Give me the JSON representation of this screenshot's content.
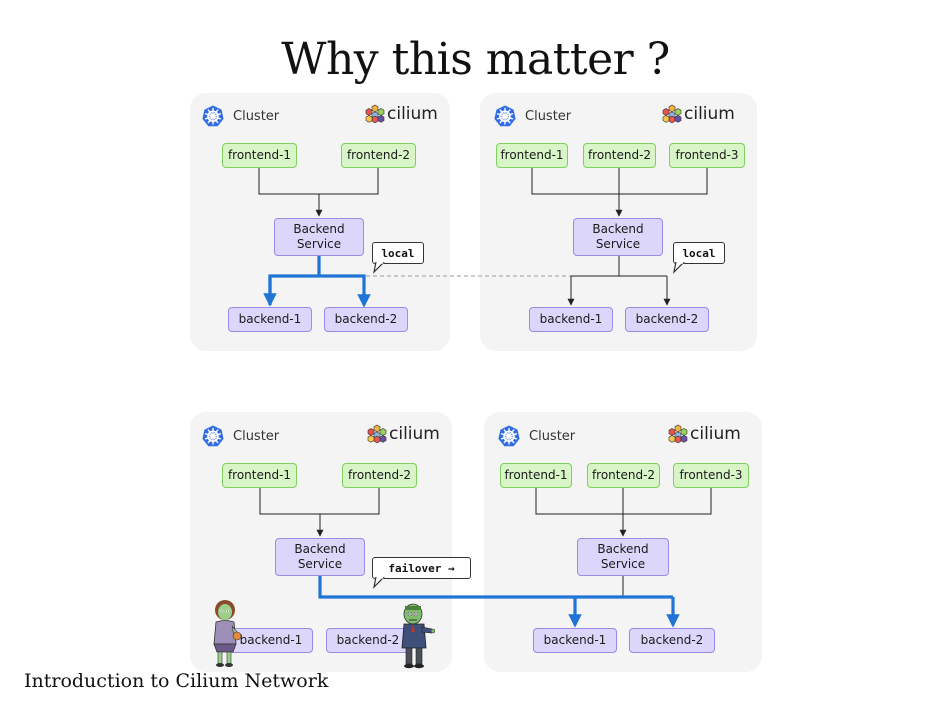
{
  "slide": {
    "title": "Why this matter ?",
    "footer": "Introduction to Cilium Network"
  },
  "colors": {
    "frontend_fill": "#d8f5c8",
    "frontend_border": "#7fcf5e",
    "backend_fill": "#ddd6fb",
    "backend_border": "#9a8be6",
    "highlight_path": "#1f74d6",
    "panel_bg": "#f4f4f4"
  },
  "icons": {
    "cluster": "kubernetes-wheel-icon",
    "cilium": "cilium-hexagon-logo",
    "client": "zombie-figure"
  },
  "top_left": {
    "cluster_label": "Cluster",
    "cilium_label": "cilium",
    "frontends": [
      "frontend-1",
      "frontend-2"
    ],
    "service": "Backend\nService",
    "backends": [
      "backend-1",
      "backend-2"
    ],
    "tag": "local"
  },
  "top_right": {
    "cluster_label": "Cluster",
    "cilium_label": "cilium",
    "frontends": [
      "frontend-1",
      "frontend-2",
      "frontend-3"
    ],
    "service": "Backend\nService",
    "backends": [
      "backend-1",
      "backend-2"
    ],
    "tag": "local"
  },
  "bottom_left": {
    "cluster_label": "Cluster",
    "cilium_label": "cilium",
    "frontends": [
      "frontend-1",
      "frontend-2"
    ],
    "service": "Backend\nService",
    "backends": [
      "backend-1",
      "backend-2"
    ],
    "tag": "failover →"
  },
  "bottom_right": {
    "cluster_label": "Cluster",
    "cilium_label": "cilium",
    "frontends": [
      "frontend-1",
      "frontend-2",
      "frontend-3"
    ],
    "service": "Backend\nService",
    "backends": [
      "backend-1",
      "backend-2"
    ]
  }
}
